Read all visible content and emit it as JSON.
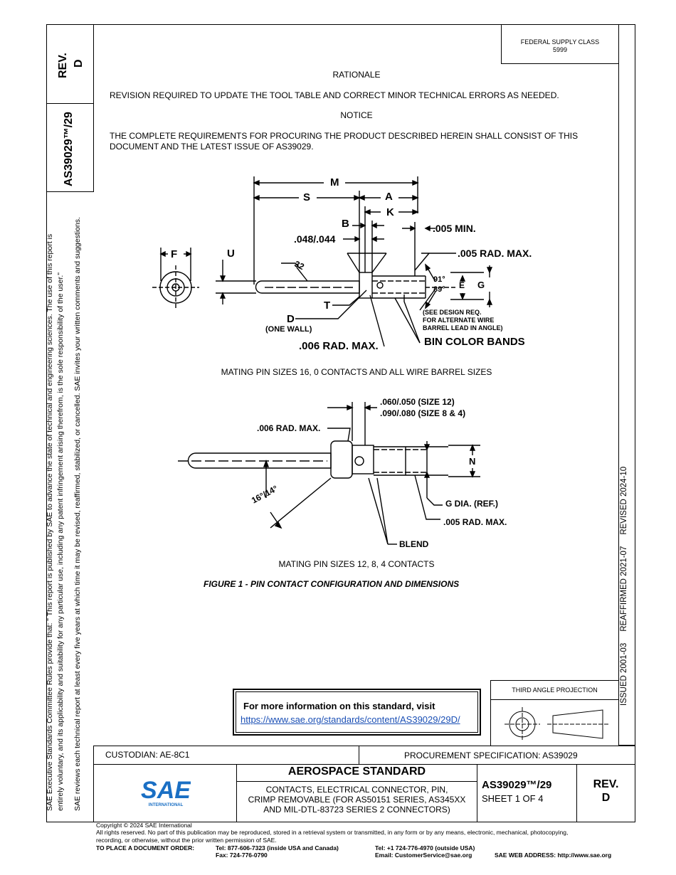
{
  "left_margin": {
    "rev_label": "REV.",
    "rev_value": "D",
    "doc_number": "AS39029™/29",
    "disclaimer_line1": "SAE Executive Standards Committee Rules provide that: \"  This report is published by SAE to advance the state of technical and engineering sciences. The use of this report is",
    "disclaimer_line2": "entirely voluntary, and its applicability and suitability for any particular use, including any patent infringement arising therefrom, is the sole responsibility of the user.\"",
    "disclaimer_line3": "SAE reviews each technical report at least every five years at which time it may be revised, reaffirmed, stabilized, or cancelled. SAE invites your written comments and suggestions."
  },
  "right_margin": {
    "history": "ISSUED 2001-03     REAFFIRMED 2021-07     REVISED 2024-10"
  },
  "header": {
    "federal_supply_class_label": "FEDERAL SUPPLY CLASS",
    "federal_supply_class_value": "5999"
  },
  "body": {
    "rationale_heading": "RATIONALE",
    "rationale_text": "REVISION REQUIRED TO UPDATE THE TOOL TABLE AND CORRECT MINOR TECHNICAL ERRORS AS NEEDED.",
    "notice_heading": "NOTICE",
    "notice_text_line1": "THE COMPLETE REQUIREMENTS FOR PROCURING THE PRODUCT DESCRIBED HEREIN SHALL CONSIST OF THIS",
    "notice_text_line2": "DOCUMENT AND THE LATEST ISSUE OF AS39029.",
    "fig_a_caption": "MATING PIN SIZES 16, 0 CONTACTS AND ALL WIRE BARREL SIZES",
    "fig_b_caption": "MATING PIN SIZES 12, 8, 4 CONTACTS",
    "figure_title": "FIGURE 1 - PIN CONTACT CONFIGURATION AND DIMENSIONS"
  },
  "figure_a_labels": {
    "M": "M",
    "S": "S",
    "A": "A",
    "K": "K",
    "B": "B",
    "F": "F",
    "U": "U",
    "T": "T",
    "D": "D",
    "E": "E",
    "G": "G",
    "angle_32": "32",
    "dim_048": ".048/.044",
    "dim_005min": ".005 MIN.",
    "dim_005rad": ".005 RAD. MAX.",
    "deg91": "91°",
    "deg89": "89°",
    "one_wall": "(ONE WALL)",
    "dim_006rad": ".006 RAD. MAX.",
    "bin_color": "BIN COLOR BANDS",
    "design_req1": "(SEE DESIGN REQ.",
    "design_req2": "FOR ALTERNATE WIRE",
    "design_req3": "BARREL LEAD IN ANGLE)"
  },
  "figure_b_labels": {
    "size12": ".060/.050 (SIZE 12)",
    "size84": ".090/.080 (SIZE 8 & 4)",
    "rad006": ".006 RAD. MAX.",
    "N": "N",
    "angle": "16°/14°",
    "gdia": "G DIA. (REF.)",
    "rad005": ".005 RAD. MAX.",
    "blend": "BLEND"
  },
  "info_box": {
    "heading": "For more information on this standard, visit",
    "url": "https://www.sae.org/standards/content/AS39029/29D/"
  },
  "projection": {
    "label": "THIRD ANGLE PROJECTION"
  },
  "title_block": {
    "custodian": "CUSTODIAN: AE-8C1",
    "procurement": "PROCUREMENT SPECIFICATION: AS39029",
    "logo_text": "SAE",
    "logo_sub": "INTERNATIONAL",
    "std_type": "AEROSPACE STANDARD",
    "title_line1": "CONTACTS, ELECTRICAL CONNECTOR, PIN,",
    "title_line2": "CRIMP REMOVABLE (FOR AS50151 SERIES, AS345XX",
    "title_line3": "AND MIL-DTL-83723 SERIES 2 CONNECTORS)",
    "doc_number": "AS39029™/29",
    "sheet": "SHEET 1 OF 4",
    "rev_label": "REV.",
    "rev_value": "D"
  },
  "footer": {
    "copyright": "Copyright © 2024 SAE International",
    "rights_line1": "All rights reserved. No part of this publication may be reproduced, stored in a retrieval system or transmitted, in any form or by any means, electronic, mechanical, photocopying,",
    "rights_line2": "recording, or otherwise, without the prior written permission of SAE.",
    "order_label": "TO PLACE A DOCUMENT ORDER:",
    "tel_us": "Tel: 877-606-7323 (inside USA and Canada)",
    "fax": "Fax: 724-776-0790",
    "tel_intl": "Tel: +1 724-776-4970 (outside USA)",
    "email": "Email: CustomerService@sae.org",
    "web": "SAE WEB ADDRESS: http://www.sae.org"
  }
}
